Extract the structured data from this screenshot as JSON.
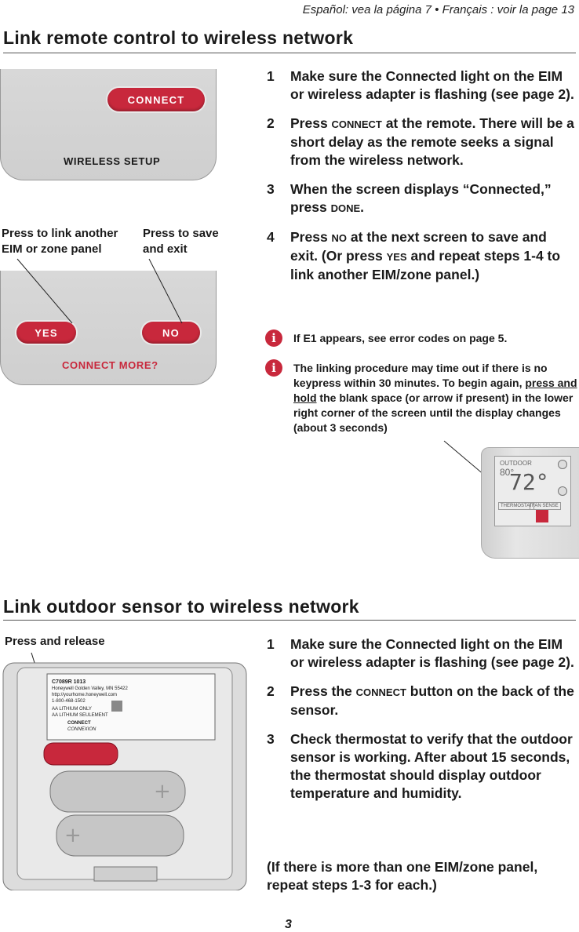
{
  "header": {
    "lang_line": "Español: vea la página 7  •  Français : voir la page 13"
  },
  "section1": {
    "title": "Link remote control to wireless network",
    "remote_top": {
      "button_label": "CONNECT",
      "caption": "WIRELESS SETUP"
    },
    "remote_bottom": {
      "yes_label": "YES",
      "no_label": "NO",
      "caption": "CONNECT MORE?"
    },
    "callout_yes": "Press to link another EIM or zone panel",
    "callout_no": "Press to save and exit",
    "steps": [
      {
        "num": "1",
        "text": "Make sure the Connected light on the EIM or wireless adapter is flashing (see page 2)."
      },
      {
        "num": "2",
        "text_before": "Press ",
        "keyword": "CONNECT",
        "text_after": " at the remote. There will be a short delay as the remote seeks a signal from the wireless network."
      },
      {
        "num": "3",
        "text_before": "When the screen displays “Connected,” press ",
        "keyword": "DONE",
        "text_after": "."
      },
      {
        "num": "4",
        "text_before": "Press ",
        "keyword": "NO",
        "text_mid": " at the next screen to save and exit. (Or press ",
        "keyword2": "YES",
        "text_after": " and repeat steps 1-4 to link another EIM/zone panel.)"
      }
    ],
    "note1": "If E1 appears, see error codes on page 5.",
    "note2_before": "The linking procedure may time out if there is no keypress within 30 minutes. To begin again, ",
    "note2_underline": "press and hold",
    "note2_after": " the blank space (or arrow if present) in the lower right corner of the screen until the display changes (about 3 seconds)",
    "thermostat": {
      "outdoor_label": "OUTDOOR",
      "outdoor_temp": "80°",
      "temp": "72°",
      "btn_left": "THERMOSTAT",
      "btn_right": "FAN SENSE"
    }
  },
  "section2": {
    "title": "Link outdoor sensor to wireless network",
    "callout": "Press and release",
    "sensor_label": {
      "model": "C7089R 1013",
      "company": "Honeywell Golden Valley, MN 55422",
      "url": "http://yourhome.honeywell.com",
      "phone": "1-800-468-1502",
      "battery_en": "AA  LITHIUM ONLY",
      "battery_fr": "AA  LITHIUM SEULEMENT",
      "connect_en": "CONNECT",
      "connect_fr": "CONNEXION"
    },
    "steps": [
      {
        "num": "1",
        "text": "Make sure the Connected light on the EIM or wireless adapter is flashing (see page 2)."
      },
      {
        "num": "2",
        "text_before": "Press the ",
        "keyword": "CONNECT",
        "text_after": " button on the back of the sensor."
      },
      {
        "num": "3",
        "text": "Check thermostat to verify that the outdoor sensor is working. After about 15 seconds, the thermostat should display outdoor temperature and humidity."
      }
    ],
    "footnote": "(If there is more than one EIM/zone panel, repeat steps 1-3 for each.)"
  },
  "footer": {
    "page_number": "3"
  },
  "colors": {
    "accent_red": "#c8283c",
    "remote_gray": "#d4d4d4",
    "rule": "#555555"
  },
  "icons": [
    "info-icon",
    "battery-icon",
    "arrow-down-icon",
    "qr-code-icon"
  ]
}
